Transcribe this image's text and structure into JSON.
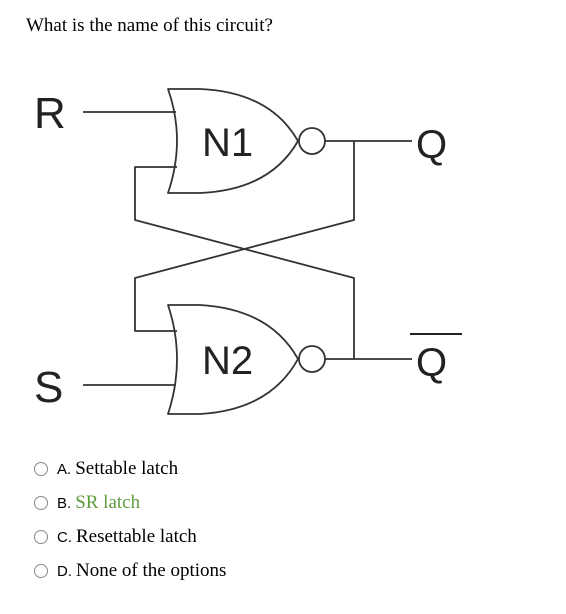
{
  "question": "What is the name of this circuit?",
  "diagram": {
    "input_r": "R",
    "input_s": "S",
    "gate_top": "N1",
    "gate_bottom": "N2",
    "output_q": "Q",
    "output_q_bar": "Q"
  },
  "options": [
    {
      "letter": "A.",
      "text": "Settable latch",
      "color": "#000000"
    },
    {
      "letter": "B.",
      "text": "SR latch",
      "color": "#5e9b3e"
    },
    {
      "letter": "C.",
      "text": "Resettable latch",
      "color": "#000000"
    },
    {
      "letter": "D.",
      "text": "None of the options",
      "color": "#000000"
    }
  ]
}
